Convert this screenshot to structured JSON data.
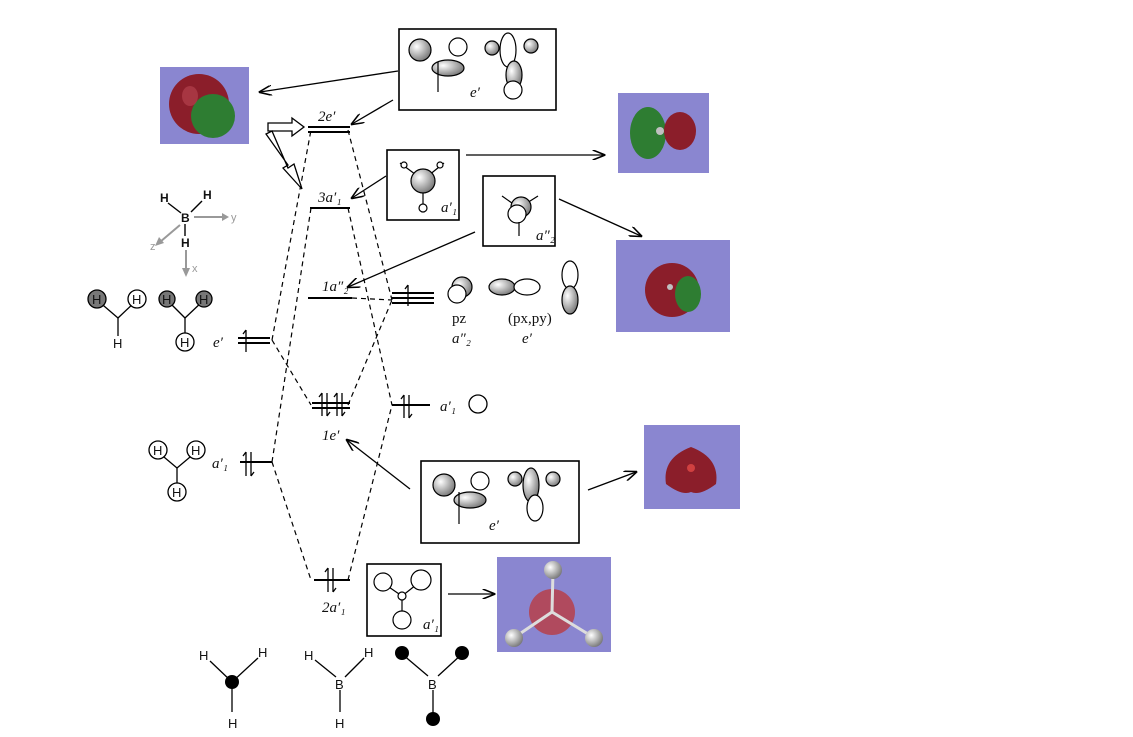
{
  "levels": {
    "l_2e": "2e′",
    "l_3a1": "3a′₁",
    "l_1a2": "1a″₂",
    "l_1e": "1e′",
    "l_2a1": "2a′₁"
  },
  "fragments": {
    "h3_e": "e′",
    "h3_a1": "a′₁",
    "b_a1": "a′₁",
    "b_pz": "pz",
    "b_pz_sym": "a″₂",
    "b_pxpy": "(px,py)",
    "b_pxpy_sym": "e′"
  },
  "boxes": {
    "box_2e_sym": "e′",
    "box_3a1_sym": "a′₁",
    "box_1a2_sym": "a″₂",
    "box_1e_sym": "e′",
    "box_2a1_sym": "a′₁"
  },
  "atoms": {
    "H": "H",
    "B": "B"
  },
  "axes": {
    "x": "x",
    "y": "y",
    "z": "z"
  },
  "colors": {
    "render_bg": "#8a86d0",
    "lobe_red": "#8b1e2a",
    "lobe_green": "#2e7d32"
  }
}
